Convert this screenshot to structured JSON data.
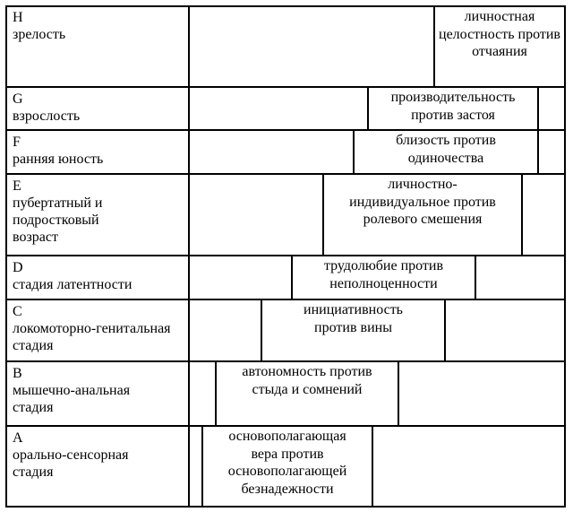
{
  "stages": [
    {
      "letter": "H",
      "name": "зрелость",
      "crisis": "личностная целостность против отчаяния"
    },
    {
      "letter": "G",
      "name": "взрослость",
      "crisis": "производительность против застоя"
    },
    {
      "letter": "F",
      "name": "ранняя юность",
      "crisis": "близость против одиночества"
    },
    {
      "letter": "E",
      "name": "пубертатный и подростковый возраст",
      "crisis": "личностно-индивидуальное против ролевого смешения"
    },
    {
      "letter": "D",
      "name": "стадия латентности",
      "crisis": "трудолюбие против неполноценности"
    },
    {
      "letter": "C",
      "name": "локомоторно-генитальная стадия",
      "crisis": "инициативность против вины"
    },
    {
      "letter": "B",
      "name": "мышечно-анальная стадия",
      "crisis": "автономность против стыда и сомнений"
    },
    {
      "letter": "A",
      "name": "орально-сенсорная стадия",
      "crisis": "основополагающая вера против основополагающей безнадежности"
    }
  ]
}
